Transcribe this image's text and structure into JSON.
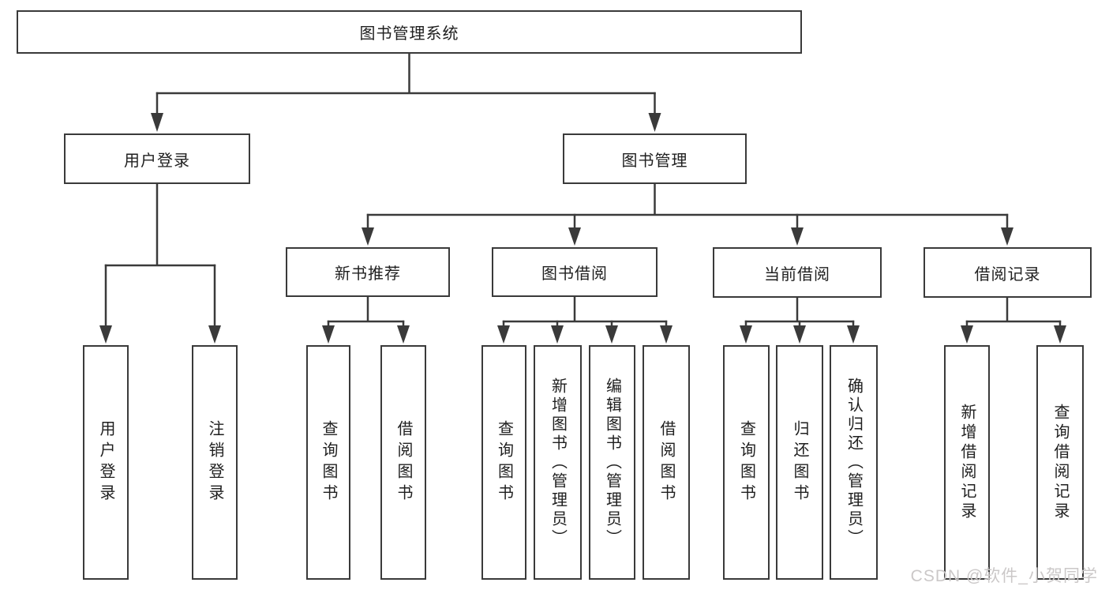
{
  "watermark": "CSDN @软件_小贺同学",
  "tree": {
    "root": {
      "label": "图书管理系统"
    },
    "user_login": {
      "label": "用户登录",
      "children": [
        {
          "label": "用户登录"
        },
        {
          "label": "注销登录"
        }
      ]
    },
    "book_mgmt": {
      "label": "图书管理",
      "sections": [
        {
          "label": "新书推荐",
          "children": [
            {
              "label": "查询图书"
            },
            {
              "label": "借阅图书"
            }
          ]
        },
        {
          "label": "图书借阅",
          "children": [
            {
              "label": "查询图书"
            },
            {
              "label": "新增图书（管理员）"
            },
            {
              "label": "编辑图书（管理员）"
            },
            {
              "label": "借阅图书"
            }
          ]
        },
        {
          "label": "当前借阅",
          "children": [
            {
              "label": "查询图书"
            },
            {
              "label": "归还图书"
            },
            {
              "label": "确认归还（管理员）"
            }
          ]
        },
        {
          "label": "借阅记录",
          "children": [
            {
              "label": "新增借阅记录"
            },
            {
              "label": "查询借阅记录"
            }
          ]
        }
      ]
    }
  }
}
